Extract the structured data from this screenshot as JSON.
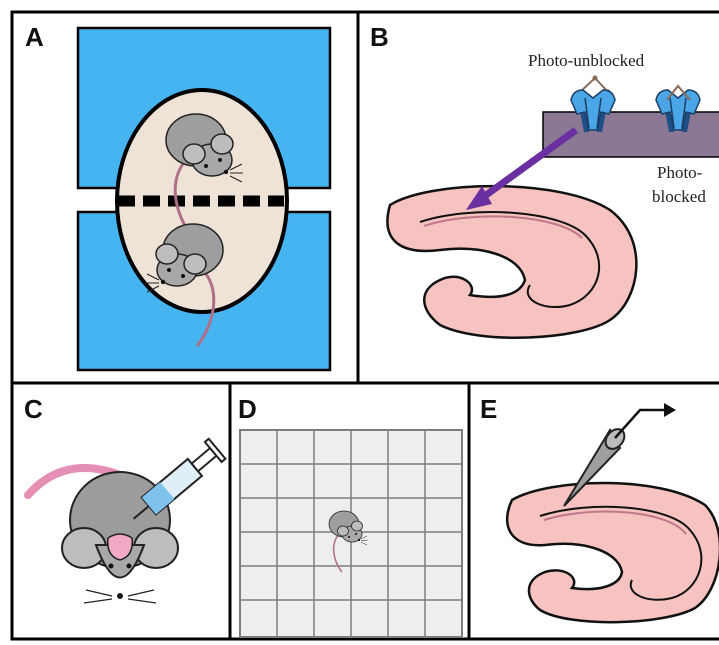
{
  "panels": {
    "a": {
      "letter": "A"
    },
    "b": {
      "letter": "B",
      "unblocked_label": "Photo-unblocked",
      "blocked_label_line1": "Photo-",
      "blocked_label_line2": "blocked"
    },
    "c": {
      "letter": "C"
    },
    "d": {
      "letter": "D"
    },
    "e": {
      "letter": "E"
    }
  },
  "colors": {
    "border": "#000000",
    "pad_blue": "#47b4f2",
    "oval_beige": "#efe3d7",
    "mouse_gray": "#9a9a9a",
    "brain_pink": "#f6c3c0",
    "membrane_purple": "#8a7894",
    "channel_blue": "#4aa6e6",
    "arrow_purple": "#6a2fa0",
    "grid_bg": "#eeeeee",
    "grid_line": "#7d7d7d"
  },
  "icons": [
    "mouse-icon",
    "syringe-icon",
    "electrode-icon",
    "ion-channel-icon",
    "brain-slice-icon"
  ]
}
